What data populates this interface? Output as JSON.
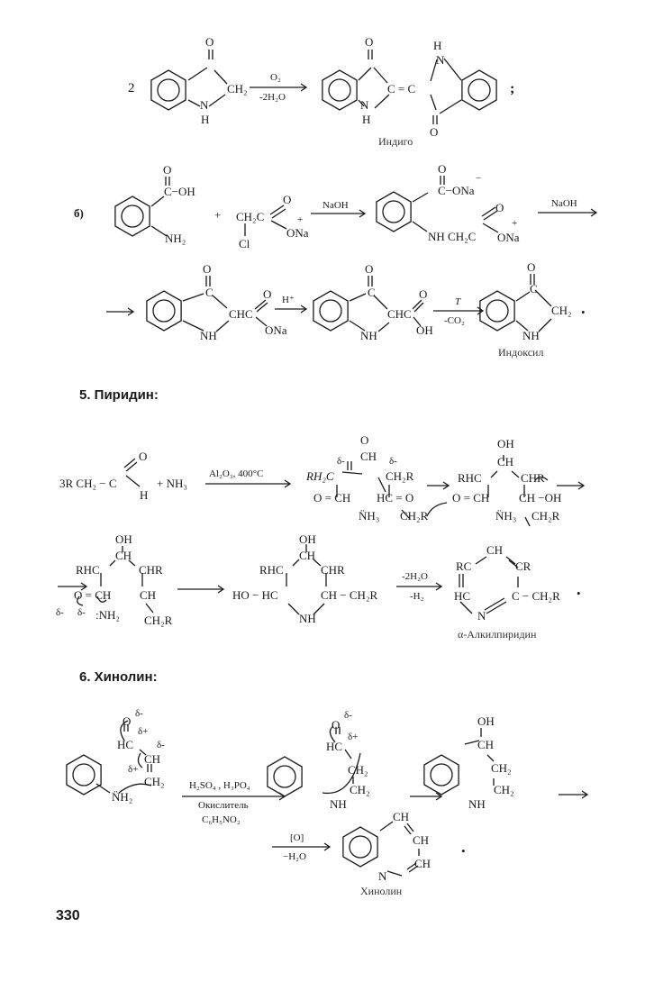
{
  "scheme_indigo": {
    "coef": "2",
    "o1": "O",
    "ch2": "CH₂",
    "n1": "N",
    "h1": "H",
    "arrow_top": "O₂",
    "arrow_bottom": "-2H₂O",
    "o2": "O",
    "cc": "C = C",
    "o3": "O",
    "hn": "H",
    "n2": "N",
    "n3": "N",
    "h2": "H",
    "sep": ";",
    "caption": "Индиго"
  },
  "scheme_b": {
    "label": "б)",
    "cooh": "C−OH",
    "o1": "O",
    "nh2": "NH₂",
    "plus": "+",
    "ch2c": "CH₂C",
    "o2": "O",
    "ona1": "ONa",
    "cl": "Cl",
    "charge1": "+",
    "arrow1": "NaOH",
    "cona": "C−ONa",
    "o3": "O",
    "nhch2c": "NH  CH₂C",
    "o4": "O",
    "ona2": "ONa",
    "charge2": "+",
    "minus": "−",
    "arrow2": "NaOH"
  },
  "scheme_b2": {
    "o1": "O",
    "c1": "C",
    "chc1": "CHC",
    "o2": "O",
    "ona": "ONa",
    "nh1": "NH",
    "arrow1": "H⁺",
    "o3": "O",
    "c2": "C",
    "chc2": "CHC",
    "o4": "O",
    "oh": "OH",
    "nh2": "NH",
    "arrow2_top": "T",
    "arrow2_bottom": "-CO₂",
    "o5": "O",
    "c3": "C",
    "ch2": "CH₂",
    "nh3": "NH",
    "dot": "•",
    "caption": "Индоксил"
  },
  "section5": {
    "heading": "5. Пиридин:",
    "reactant": "3R CH₂ − C",
    "o": "O",
    "h": "H",
    "plus_nh3": "+  NH₃",
    "arrow1": "Al₂O₃, 400°C",
    "i1": {
      "o": "O",
      "ch": "CH",
      "left": "RH₂C",
      "right": "CH₂R",
      "d1": "δ-",
      "d2": "δ-",
      "ocH": "O = CH",
      "hco": "HC = O",
      "nh3": "N̈H₃",
      "ch2r": "CH₂R"
    },
    "i2": {
      "oh": "OH",
      "ch": "CH",
      "rhc": "RHC",
      "chr": "CHR",
      "ocH": "O = CH",
      "choh": "CH −OH",
      "nh3": "N̈H₃",
      "ch2r": "CH₂R"
    },
    "i3": {
      "oh": "OH",
      "ch": "CH",
      "rhc": "RHC",
      "chr": "CHR",
      "ocH": "O = CH",
      "ch2": "CH",
      "nh2": ":NH₂",
      "ch2r": "CH₂R",
      "d1": "δ-",
      "d2": "δ-"
    },
    "i4": {
      "oh": "OH",
      "ch": "CH",
      "rhc": "RHC",
      "chr": "CHR",
      "hohc": "HO − HC",
      "chch2r": "CH − CH₂R",
      "nh": "NH"
    },
    "arrow_top": "-2H₂O",
    "arrow_bottom": "-H₂",
    "p": {
      "ch": "CH",
      "rc": "RC",
      "cr": "CR",
      "hc": "HC",
      "cch2r": "C − CH₂R",
      "n": "N",
      "dot": "•"
    },
    "caption": "α-Алкилпиридин"
  },
  "section6": {
    "heading": "6. Хинолин:",
    "nh2": "N̈H₂",
    "o": "O",
    "d1": "δ-",
    "hc": "HC",
    "d2": "δ+",
    "ch": "CH",
    "d3": "δ-",
    "d4": "δ+",
    "ch2": "CH₂",
    "arrow_top": "H₂SO₄ , H₃PO₄",
    "arrow_mid": "Окислитель",
    "arrow_bottom": "C₆H₅NO₂",
    "i1": {
      "o": "O",
      "d1": "δ-",
      "hc": "HC",
      "d2": "δ+",
      "ch2a": "CH₂",
      "ch2b": "CH₂",
      "nh": "NH"
    },
    "i2": {
      "oh": "OH",
      "ch": "CH",
      "ch2a": "CH₂",
      "ch2b": "CH₂",
      "nh": "NH"
    },
    "arrow2_top": "[O]",
    "arrow2_bottom": "−H₂O",
    "p": {
      "ch1": "CH",
      "ch2": "CH",
      "ch3": "CH",
      "n": "N",
      "dot": "•"
    },
    "caption": "Хинолин"
  },
  "page_number": "330"
}
